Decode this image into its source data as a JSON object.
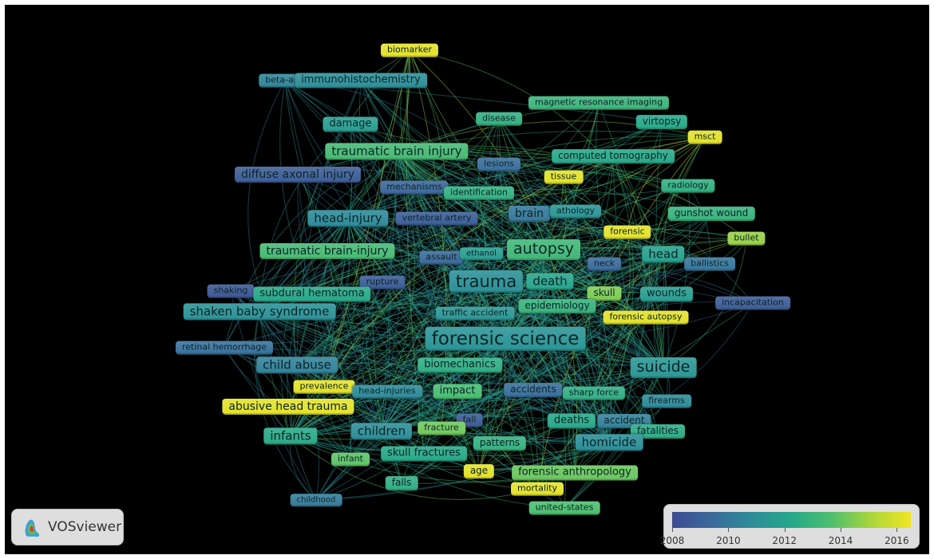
{
  "nodes": [
    {
      "label": "biomarker",
      "year": 2016.2
    },
    {
      "label": "beta-app",
      "year": 2010.5
    },
    {
      "label": "immunohistochemistry",
      "year": 2010.9
    },
    {
      "label": "magnetic resonance imaging",
      "year": 2013.0
    },
    {
      "label": "disease",
      "year": 2012.7
    },
    {
      "label": "damage",
      "year": 2011.7
    },
    {
      "label": "virtopsy",
      "year": 2012.3
    },
    {
      "label": "msct",
      "year": 2016.2
    },
    {
      "label": "traumatic brain injury",
      "year": 2013.4
    },
    {
      "label": "lesions",
      "year": 2009.6
    },
    {
      "label": "computed tomography",
      "year": 2012.3
    },
    {
      "label": "diffuse axonal injury",
      "year": 2008.9
    },
    {
      "label": "tissue",
      "year": 2016.2
    },
    {
      "label": "mechanisms",
      "year": 2009.3
    },
    {
      "label": "identification",
      "year": 2012.7
    },
    {
      "label": "radiology",
      "year": 2012.7
    },
    {
      "label": "head-injury",
      "year": 2010.7
    },
    {
      "label": "vertebral artery",
      "year": 2008.9
    },
    {
      "label": "brain",
      "year": 2010.0
    },
    {
      "label": "athology",
      "year": 2011.2
    },
    {
      "label": "gunshot wound",
      "year": 2012.9
    },
    {
      "label": "forensic",
      "year": 2016.2
    },
    {
      "label": "bullet",
      "year": 2014.8
    },
    {
      "label": "traumatic brain-injury",
      "year": 2013.4
    },
    {
      "label": "autopsy",
      "year": 2013.2
    },
    {
      "label": "head",
      "year": 2011.9
    },
    {
      "label": "assault",
      "year": 2009.4
    },
    {
      "label": "ethanol",
      "year": 2011.7
    },
    {
      "label": "neck",
      "year": 2009.4
    },
    {
      "label": "ballistics",
      "year": 2009.9
    },
    {
      "label": "trauma",
      "year": 2011.0
    },
    {
      "label": "death",
      "year": 2012.1
    },
    {
      "label": "rupture",
      "year": 2008.8
    },
    {
      "label": "shaking",
      "year": 2008.6
    },
    {
      "label": "subdural hematoma",
      "year": 2012.3
    },
    {
      "label": "skull",
      "year": 2014.4
    },
    {
      "label": "wounds",
      "year": 2011.7
    },
    {
      "label": "epidemiology",
      "year": 2012.9
    },
    {
      "label": "incapacitation",
      "year": 2008.8
    },
    {
      "label": "shaken baby syndrome",
      "year": 2011.1
    },
    {
      "label": "traffic accident",
      "year": 2011.3
    },
    {
      "label": "forensic autopsy",
      "year": 2016.2
    },
    {
      "label": "forensic science",
      "year": 2011.2
    },
    {
      "label": "retinal hemorrhage",
      "year": 2009.7
    },
    {
      "label": "child abuse",
      "year": 2010.4
    },
    {
      "label": "biomechanics",
      "year": 2012.6
    },
    {
      "label": "suicide",
      "year": 2011.3
    },
    {
      "label": "prevalence",
      "year": 2016.2
    },
    {
      "label": "head-injuries",
      "year": 2010.7
    },
    {
      "label": "impact",
      "year": 2013.5
    },
    {
      "label": "accidents",
      "year": 2009.6
    },
    {
      "label": "sharp force",
      "year": 2012.6
    },
    {
      "label": "firearms",
      "year": 2010.7
    },
    {
      "label": "abusive head trauma",
      "year": 2016.2
    },
    {
      "label": "fall",
      "year": 2008.8
    },
    {
      "label": "deaths",
      "year": 2012.3
    },
    {
      "label": "accident",
      "year": 2010.3
    },
    {
      "label": "infants",
      "year": 2012.4
    },
    {
      "label": "children",
      "year": 2010.9
    },
    {
      "label": "fracture",
      "year": 2014.2
    },
    {
      "label": "patterns",
      "year": 2012.8
    },
    {
      "label": "fatalities",
      "year": 2012.5
    },
    {
      "label": "homicide",
      "year": 2010.9
    },
    {
      "label": "infant",
      "year": 2013.9
    },
    {
      "label": "skull fractures",
      "year": 2012.3
    },
    {
      "label": "age",
      "year": 2016.2
    },
    {
      "label": "forensic anthropology",
      "year": 2014.1
    },
    {
      "label": "falls",
      "year": 2012.6
    },
    {
      "label": "mortality",
      "year": 2016.2
    },
    {
      "label": "childhood",
      "year": 2010.1
    },
    {
      "label": "united-states",
      "year": 2013.6
    }
  ],
  "legend": {
    "title": "",
    "ticks": [
      "2008",
      "2010",
      "2012",
      "2014",
      "2016"
    ],
    "range": [
      2008,
      2016.5
    ],
    "colors": [
      "#3d4a8f",
      "#3b6a9b",
      "#2c8d99",
      "#26a78a",
      "#4dbf6e",
      "#a9d63b",
      "#f2e525"
    ]
  },
  "logo": {
    "label": "VOSviewer"
  }
}
